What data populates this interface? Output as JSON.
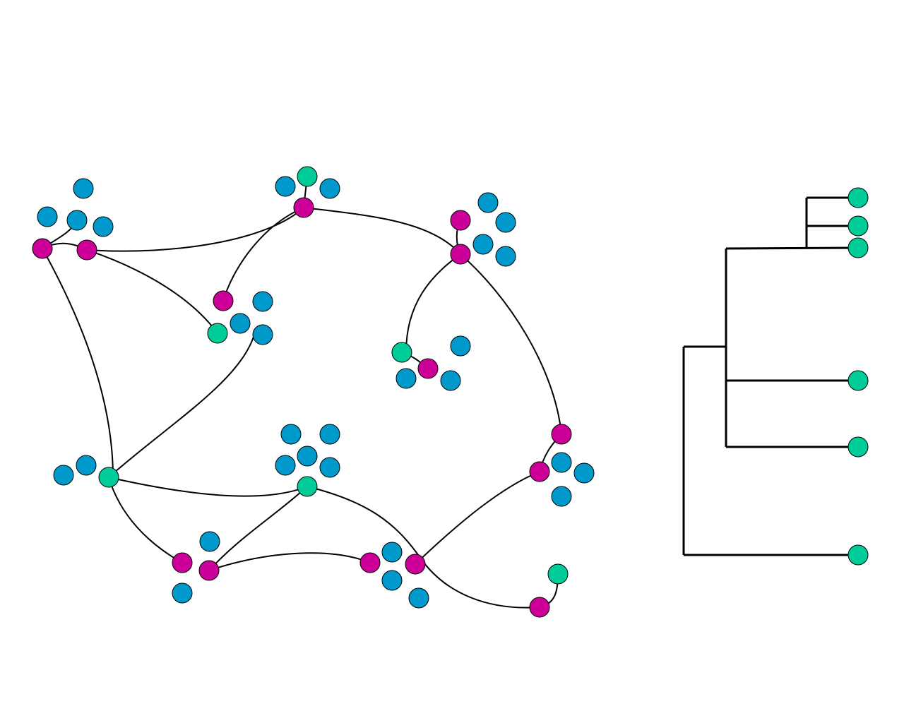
{
  "colors": {
    "background": "#ffffff",
    "magenta": "#cc0099",
    "blue": "#0099cc",
    "green": "#00cc99",
    "edge": "#000000"
  },
  "graph": {
    "node_kinds": [
      "magenta",
      "blue",
      "green"
    ],
    "nodes": [
      {
        "id": "m1",
        "kind": "magenta"
      },
      {
        "id": "m2",
        "kind": "magenta"
      },
      {
        "id": "b1",
        "kind": "blue"
      },
      {
        "id": "b2",
        "kind": "blue"
      },
      {
        "id": "b3",
        "kind": "blue"
      },
      {
        "id": "b4",
        "kind": "blue"
      },
      {
        "id": "g1",
        "kind": "green"
      },
      {
        "id": "b5",
        "kind": "blue"
      },
      {
        "id": "b6",
        "kind": "blue"
      },
      {
        "id": "m3",
        "kind": "magenta"
      },
      {
        "id": "m4",
        "kind": "magenta"
      },
      {
        "id": "b7",
        "kind": "blue"
      },
      {
        "id": "b8",
        "kind": "blue"
      },
      {
        "id": "b9",
        "kind": "blue"
      },
      {
        "id": "b10",
        "kind": "blue"
      },
      {
        "id": "m5",
        "kind": "magenta"
      },
      {
        "id": "m6",
        "kind": "magenta"
      },
      {
        "id": "b11",
        "kind": "blue"
      },
      {
        "id": "b12",
        "kind": "blue"
      },
      {
        "id": "b13",
        "kind": "blue"
      },
      {
        "id": "g2",
        "kind": "green"
      },
      {
        "id": "g3",
        "kind": "green"
      },
      {
        "id": "m7",
        "kind": "magenta"
      },
      {
        "id": "b14",
        "kind": "blue"
      },
      {
        "id": "b15",
        "kind": "blue"
      },
      {
        "id": "b16",
        "kind": "blue"
      },
      {
        "id": "g4",
        "kind": "green"
      },
      {
        "id": "b17",
        "kind": "blue"
      },
      {
        "id": "b18",
        "kind": "blue"
      },
      {
        "id": "b19",
        "kind": "blue"
      },
      {
        "id": "b20",
        "kind": "blue"
      },
      {
        "id": "b21",
        "kind": "blue"
      },
      {
        "id": "b22",
        "kind": "blue"
      },
      {
        "id": "b23",
        "kind": "blue"
      },
      {
        "id": "g5",
        "kind": "green"
      },
      {
        "id": "m8",
        "kind": "magenta"
      },
      {
        "id": "m9",
        "kind": "magenta"
      },
      {
        "id": "b24",
        "kind": "blue"
      },
      {
        "id": "b25",
        "kind": "blue"
      },
      {
        "id": "b26",
        "kind": "blue"
      },
      {
        "id": "b27",
        "kind": "blue"
      },
      {
        "id": "m10",
        "kind": "magenta"
      },
      {
        "id": "m11",
        "kind": "magenta"
      },
      {
        "id": "b28",
        "kind": "blue"
      },
      {
        "id": "m12",
        "kind": "magenta"
      },
      {
        "id": "b29",
        "kind": "blue"
      },
      {
        "id": "b30",
        "kind": "blue"
      },
      {
        "id": "m13",
        "kind": "magenta"
      },
      {
        "id": "b31",
        "kind": "blue"
      },
      {
        "id": "g6",
        "kind": "green"
      },
      {
        "id": "m14",
        "kind": "magenta"
      }
    ],
    "edges": [
      [
        "m1",
        "m2"
      ],
      [
        "m1",
        "b2"
      ],
      [
        "m1",
        "g4"
      ],
      [
        "m2",
        "m3"
      ],
      [
        "m2",
        "g2"
      ],
      [
        "m3",
        "g1"
      ],
      [
        "m3",
        "m6"
      ],
      [
        "m3",
        "m5"
      ],
      [
        "m5",
        "m4"
      ],
      [
        "m5",
        "g3"
      ],
      [
        "m5",
        "m9"
      ],
      [
        "g3",
        "m7"
      ],
      [
        "m9",
        "m10"
      ],
      [
        "g2",
        "b12"
      ],
      [
        "g4",
        "g5"
      ],
      [
        "g4",
        "m11"
      ],
      [
        "g5",
        "m12"
      ],
      [
        "g5",
        "m13"
      ],
      [
        "m12",
        "m13"
      ],
      [
        "m12",
        "m14"
      ],
      [
        "m13",
        "m10"
      ],
      [
        "m14",
        "g6"
      ]
    ]
  },
  "tree": {
    "leaves": [
      {
        "id": "leaf-1",
        "kind": "green"
      },
      {
        "id": "leaf-2",
        "kind": "green"
      },
      {
        "id": "leaf-3",
        "kind": "green"
      },
      {
        "id": "leaf-4",
        "kind": "green"
      },
      {
        "id": "leaf-5",
        "kind": "green"
      },
      {
        "id": "leaf-6",
        "kind": "green"
      }
    ]
  }
}
